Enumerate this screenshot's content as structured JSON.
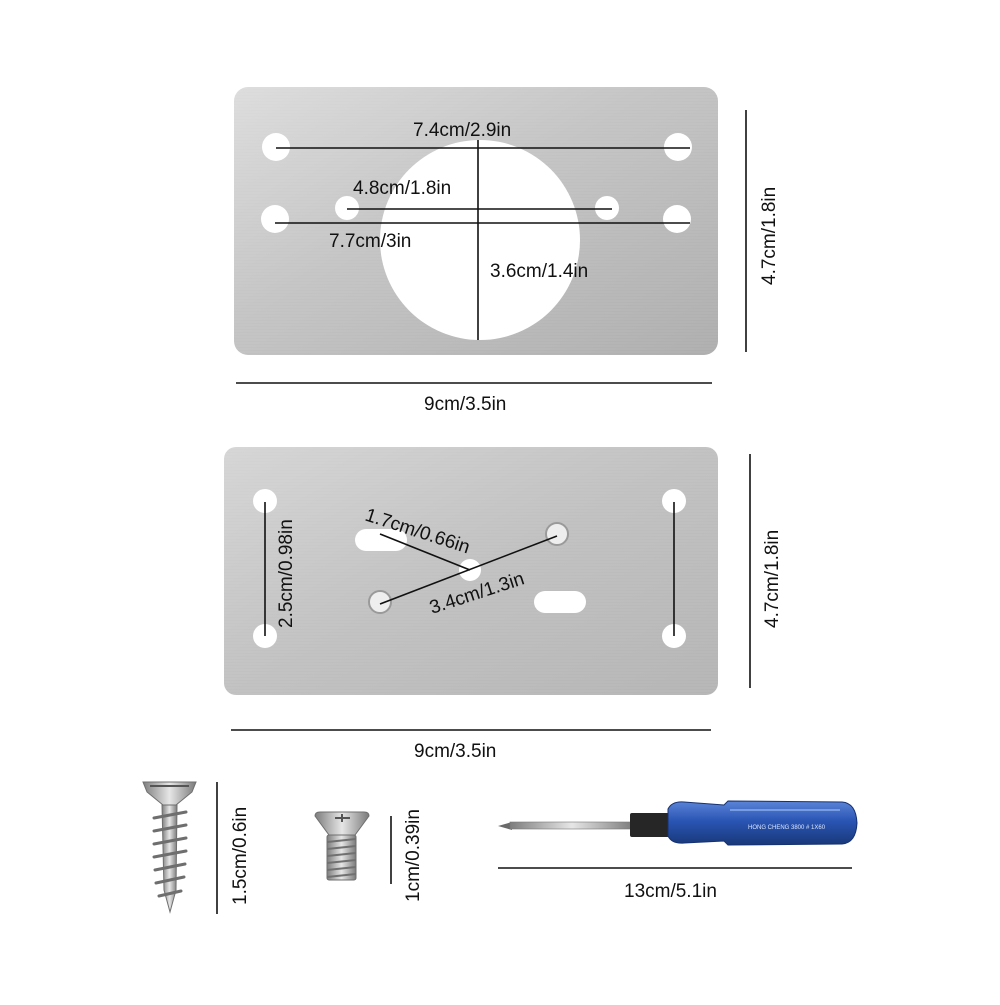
{
  "colors": {
    "background": "#ffffff",
    "plate_light": "#d9d9d9",
    "plate_mid": "#bdbdbd",
    "plate_dark": "#a9a9a9",
    "dimension_line": "#111111",
    "handle_blue": "#2a55b4",
    "handle_dark": "#1c3c86",
    "screw_steel": "#9c9c9c"
  },
  "plate_top": {
    "dimensions": {
      "hole_span_top": "7.4cm/2.9in",
      "inner_span": "4.8cm/1.8in",
      "hole_span_bottom": "7.7cm/3in",
      "circle_radius": "3.6cm/1.4in",
      "height": "4.7cm/1.8in",
      "width": "9cm/3.5in"
    }
  },
  "plate_bottom": {
    "dimensions": {
      "hole_vertical_left": "2.5cm/0.98in",
      "short_diagonal": "1.7cm/0.66in",
      "long_diagonal": "3.4cm/1.3in",
      "height": "4.7cm/1.8in",
      "width": "9cm/3.5in"
    }
  },
  "hardware": {
    "wood_screw_length": "1.5cm/0.6in",
    "machine_screw_length": "1cm/0.39in",
    "screwdriver_length": "13cm/5.1in",
    "screwdriver_print": "HONG CHENG 3800 # 1X60"
  }
}
